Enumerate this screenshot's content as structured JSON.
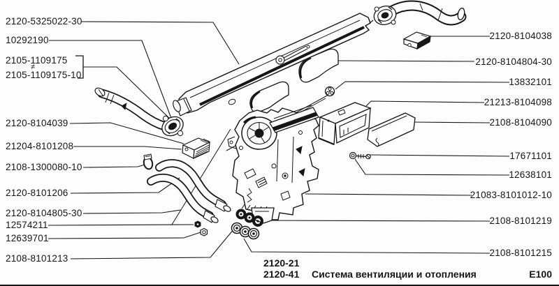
{
  "page": {
    "caption_model_1": "2120-21",
    "caption_model_2": "2120-41",
    "caption_title": "Система вентиляции и отопления",
    "caption_sheet": "E100",
    "alt_symbol": "≠",
    "ink_color": "#161616",
    "background_color": "#fdfdfb"
  },
  "labels": {
    "left": [
      "2120-5325022-30",
      "10292190",
      "2105-1109175",
      "2105-1109175-10",
      "2120-8104039",
      "21204-8101208",
      "2108-1300080-10",
      "2120-8101206",
      "2120-8104805-30",
      "12574211",
      "12639701",
      "2108-8101213"
    ],
    "right": [
      "2120-8104038",
      "2120-8104804-30",
      "13832101",
      "21213-8104098",
      "2108-8104090",
      "17671101",
      "12638101",
      "21083-8101012-10",
      "2108-8101219",
      "2108-8101215"
    ]
  }
}
